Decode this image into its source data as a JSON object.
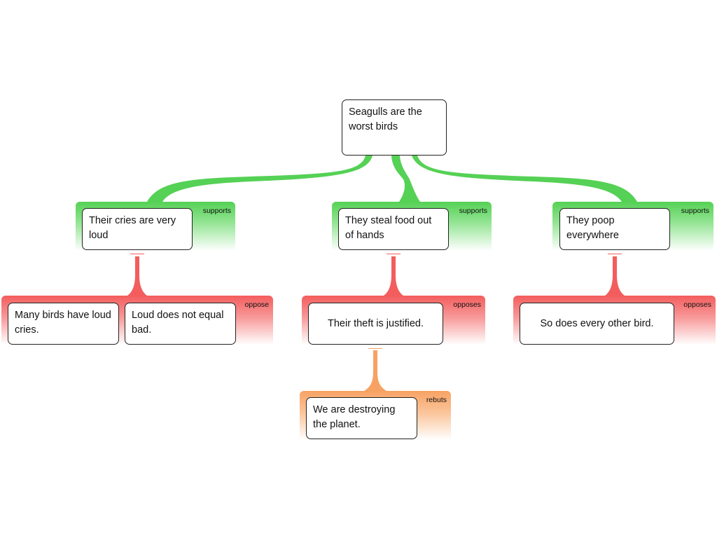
{
  "root": {
    "text": "Seagulls are the worst birds"
  },
  "groups": [
    {
      "id": "cries",
      "relation": "supports",
      "cards": [
        "Their cries are very loud"
      ]
    },
    {
      "id": "steal",
      "relation": "supports",
      "cards": [
        "They steal food out of hands"
      ]
    },
    {
      "id": "poop",
      "relation": "supports",
      "cards": [
        "They poop everywhere"
      ]
    },
    {
      "id": "cries-oppose",
      "relation": "oppose",
      "cards": [
        "Many birds have loud cries.",
        "Loud does not equal bad."
      ]
    },
    {
      "id": "steal-oppose",
      "relation": "opposes",
      "cards": [
        "Their theft is justified."
      ]
    },
    {
      "id": "poop-oppose",
      "relation": "opposes",
      "cards": [
        "So does every other bird."
      ]
    },
    {
      "id": "theft-rebut",
      "relation": "rebuts",
      "cards": [
        "We are destroying the planet."
      ]
    }
  ],
  "colors": {
    "supports": "#55d155",
    "opposes": "#f35d5d",
    "rebuts": "#f7a263"
  }
}
